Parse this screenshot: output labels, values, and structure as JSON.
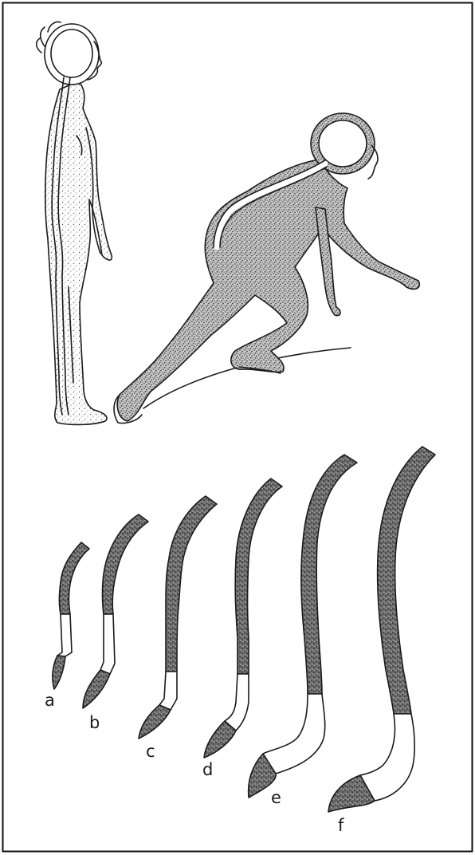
{
  "figure": {
    "colors": {
      "frame": "#111111",
      "ink": "#1a1a1a",
      "dark_stipple": "#4a4a4a",
      "light_stipple": "#9a9a9a",
      "paper": "#ffffff"
    },
    "spine_labels": [
      "a",
      "b",
      "c",
      "d",
      "e",
      "f"
    ]
  }
}
